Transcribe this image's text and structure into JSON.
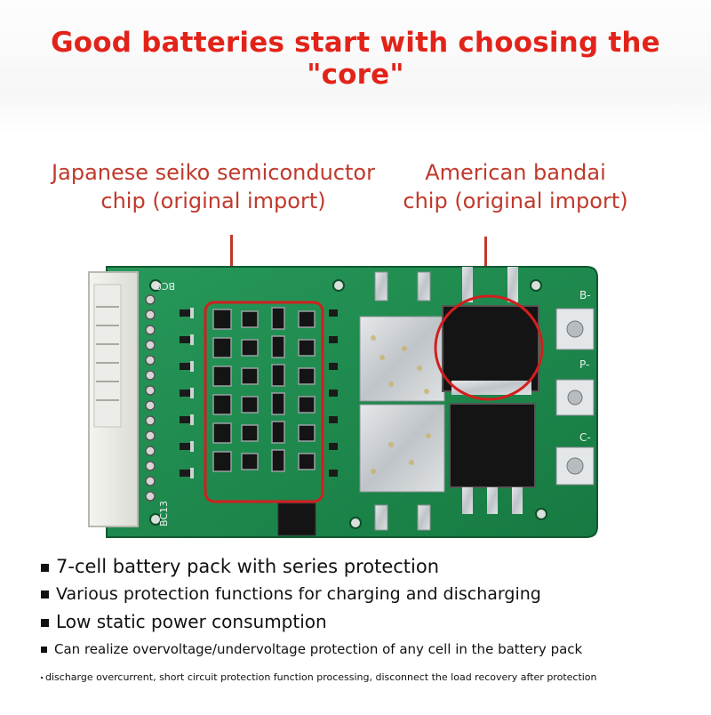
{
  "headline": "Good batteries start with choosing the \"core\"",
  "callouts": {
    "left": {
      "line1": "Japanese seiko semiconductor",
      "line2": "chip (original import)"
    },
    "right": {
      "line1": "American bandai",
      "line2": "chip (original import)"
    }
  },
  "board": {
    "silkscreen_top": "BC0",
    "silkscreen_bottom": "BC13",
    "terminal_labels": [
      "B-",
      "P-",
      "C-"
    ]
  },
  "features": [
    "7-cell battery pack with series protection",
    "Various protection functions for charging and discharging",
    "Low static power consumption",
    "Can realize overvoltage/undervoltage protection of any cell in the battery pack",
    "discharge overcurrent, short circuit protection function processing, disconnect the load recovery after protection"
  ],
  "colors": {
    "headline": "#e2231a",
    "callout_text": "#c0392b",
    "highlight_outline": "#d11f1f",
    "pcb_green": "#1f8a4c",
    "chip_black": "#141414",
    "solder_silver": "#c9cdd0"
  }
}
